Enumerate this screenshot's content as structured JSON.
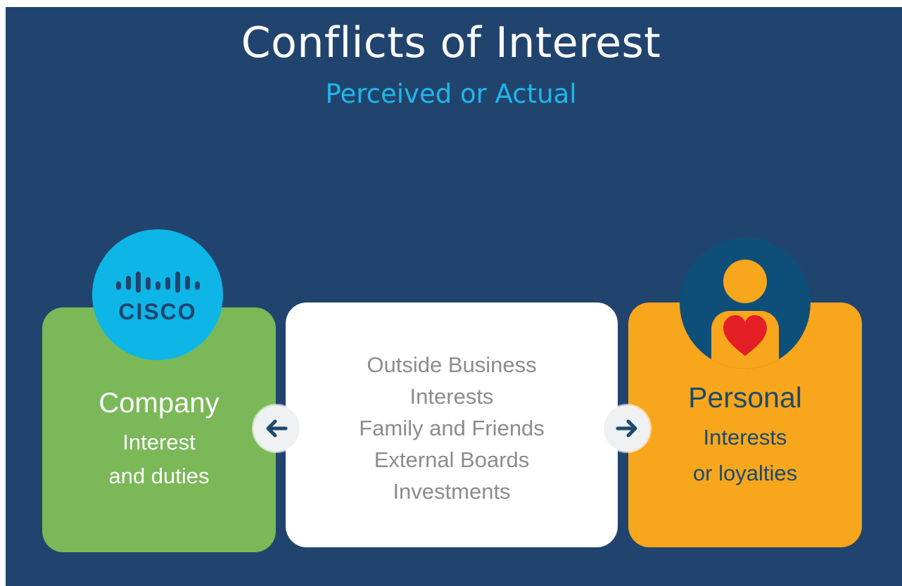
{
  "title": "Conflicts of Interest",
  "subtitle": "Perceived or Actual",
  "company": {
    "logo_text": "CISCO",
    "heading": "Company",
    "line1": "Interest",
    "line2": "and duties"
  },
  "center": {
    "items": [
      "Outside Business",
      "Interests",
      "Family and Friends",
      "External Boards",
      "Investments"
    ]
  },
  "personal": {
    "heading": "Personal",
    "line1": "Interests",
    "line2": "or loyalties"
  },
  "icons": {
    "left_arrow": "arrow-left-icon",
    "right_arrow": "arrow-right-icon",
    "person": "person-heart-icon",
    "logo": "cisco-logo"
  },
  "colors": {
    "background": "#21446E",
    "accent": "#1FB7E8",
    "green": "#7AB858",
    "orange": "#F8A61C",
    "cisco_blue": "#0DB6E7",
    "person_circle": "#0E4F79",
    "heart": "#E31E24"
  }
}
